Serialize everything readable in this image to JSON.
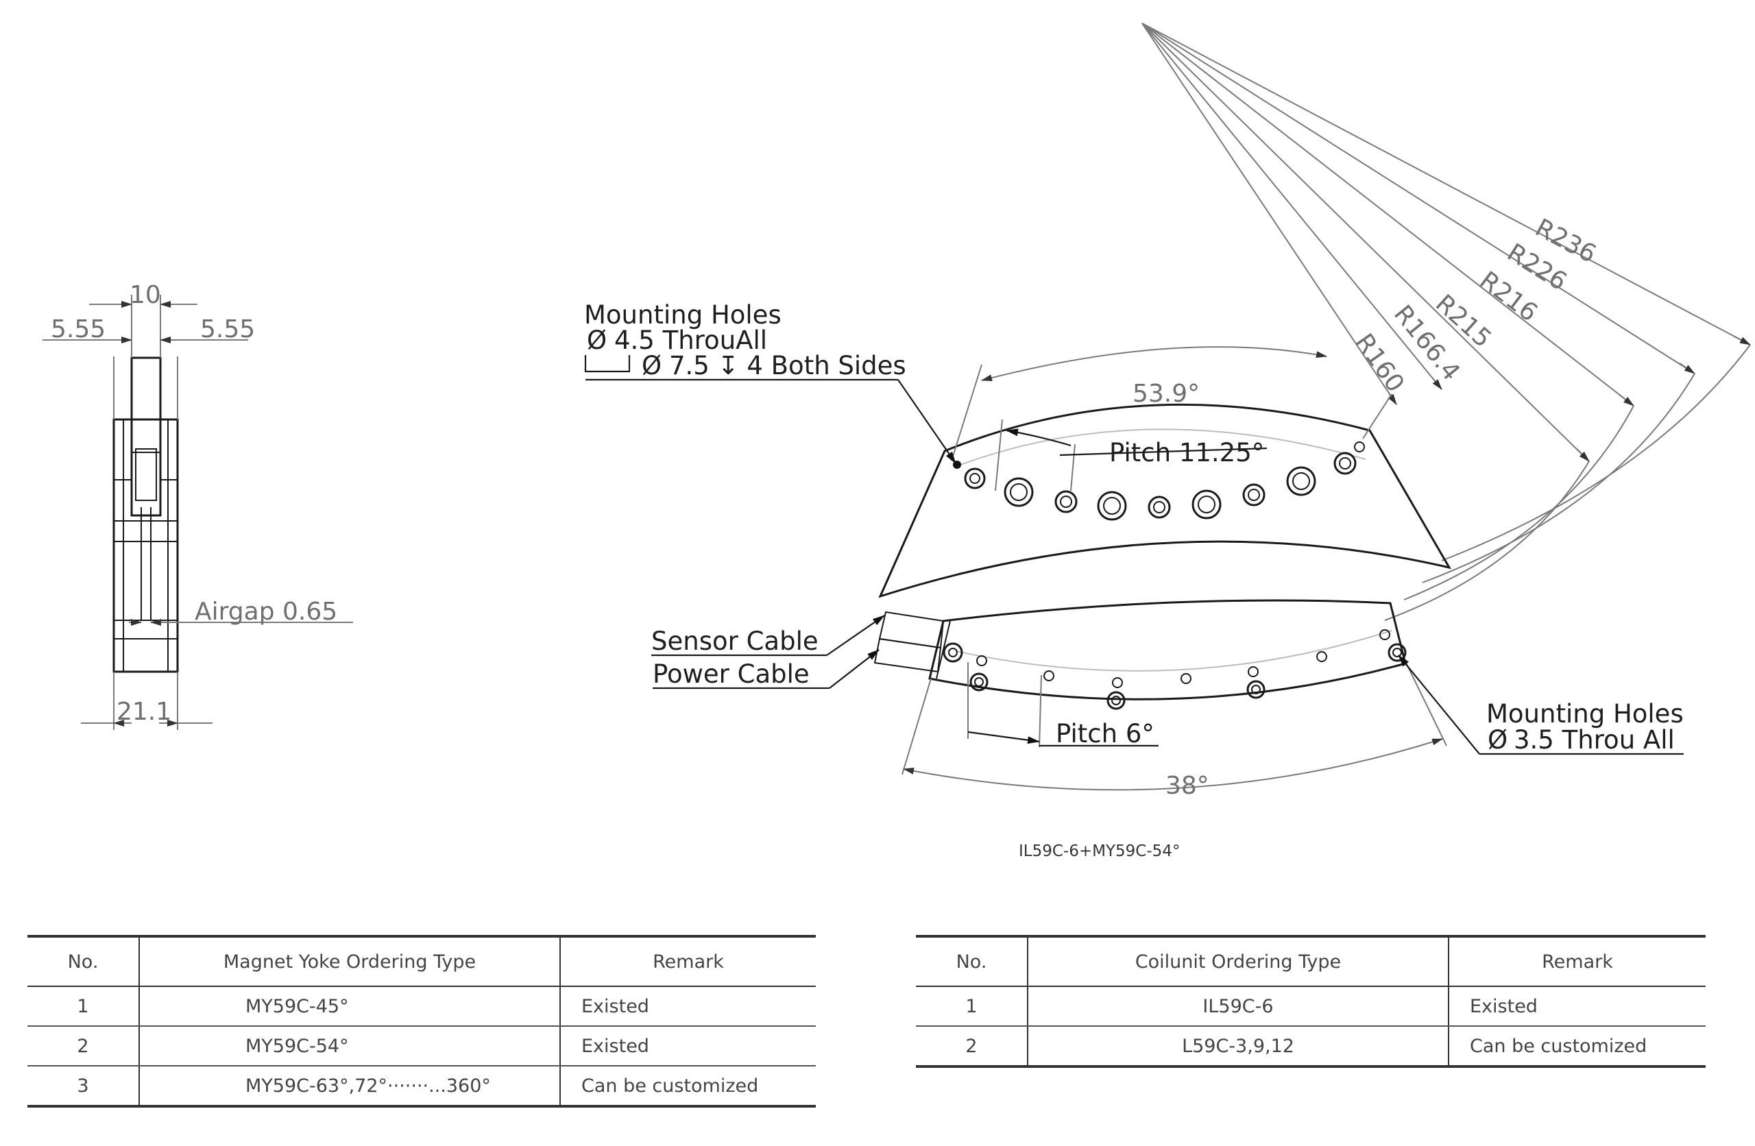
{
  "side_view": {
    "dim_top_width": "10",
    "dim_left_offset": "5.55",
    "dim_right_offset": "5.55",
    "airgap": "Airgap 0.65",
    "dim_base_width": "21.1"
  },
  "front_view": {
    "mounting_holes_top": {
      "line1": "Mounting Holes",
      "line2": "4.5 ThrouAll",
      "line3": "7.5 ↧ 4 Both Sides",
      "diameter_symbol": "Ø"
    },
    "angle_yoke": "53.9°",
    "pitch_top": "Pitch 11.25°",
    "radii": [
      "R160",
      "R166.4",
      "R215",
      "R216",
      "R226",
      "R236"
    ],
    "sensor_cable": "Sensor Cable",
    "power_cable": "Power Cable",
    "pitch_bottom": "Pitch 6°",
    "angle_coil": "38°",
    "mounting_holes_bottom": {
      "line1": "Mounting Holes",
      "line2": "3.5 Throu All",
      "diameter_symbol": "Ø"
    },
    "caption": "IL59C-6+MY59C-54°"
  },
  "yoke_table": {
    "headers": [
      "No.",
      "Magnet Yoke Ordering Type",
      "Remark"
    ],
    "rows": [
      [
        "1",
        "MY59C-45°",
        "Existed"
      ],
      [
        "2",
        "MY59C-54°",
        "Existed"
      ],
      [
        "3",
        "MY59C-63°,72°·······...360°",
        "Can be customized"
      ]
    ]
  },
  "coil_table": {
    "headers": [
      "No.",
      "Coilunit Ordering Type",
      "Remark"
    ],
    "rows": [
      [
        "1",
        "IL59C-6",
        "Existed"
      ],
      [
        "2",
        "L59C-3,9,12",
        "Can be customized"
      ]
    ]
  }
}
